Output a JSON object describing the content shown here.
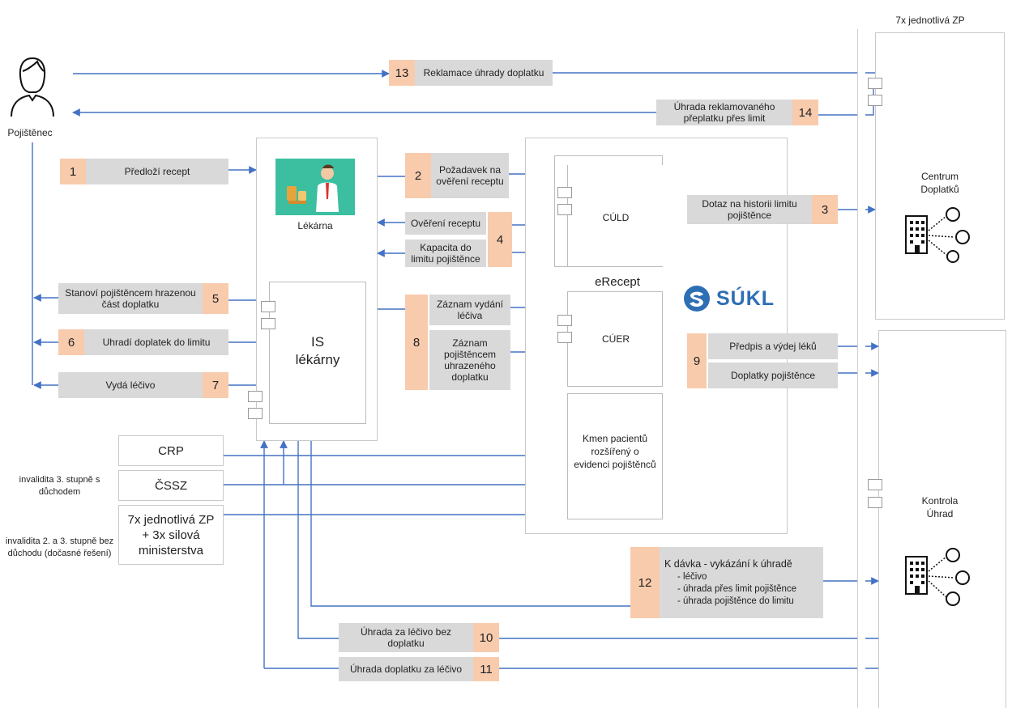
{
  "actors": {
    "pojistenec": "Pojištěnec",
    "zp_header": "7x jednotlivá ZP",
    "centrum": "Centrum\nDoplatků",
    "kontrola": "Kontrola\nÚhrad",
    "lekarna": "Lékárna",
    "is_lekarny": "IS\nlékárny",
    "erecept": "eRecept",
    "culd": "CÚLD",
    "cuer": "CÚER",
    "kmen": "Kmen pacientů rozšířený o evidenci pojištěnců",
    "sukl": "SÚKL"
  },
  "sources": {
    "crp": "CRP",
    "cssz": "ČSSZ",
    "zp_min": "7x jednotlivá ZP + 3x silová ministerstva",
    "note_cssz": "invalidita 3. stupně s důchodem",
    "note_zp": "invalidita 2. a 3. stupně bez důchodu (dočasné řešení)"
  },
  "steps": {
    "s1": {
      "num": "1",
      "label": "Předloží recept"
    },
    "s2": {
      "num": "2",
      "label": "Požadavek na ověření receptu"
    },
    "s3": {
      "num": "3",
      "label": "Dotaz na historii limitu pojištěnce"
    },
    "s4": {
      "num": "4",
      "label_a": "Ověření receptu",
      "label_b": "Kapacita do limitu pojištěnce"
    },
    "s5": {
      "num": "5",
      "label": "Stanoví pojištěncem hrazenou část doplatku"
    },
    "s6": {
      "num": "6",
      "label": "Uhradí doplatek do limitu"
    },
    "s7": {
      "num": "7",
      "label": "Vydá léčivo"
    },
    "s8": {
      "num": "8",
      "label_a": "Záznam vydání léčiva",
      "label_b": "Záznam pojištěncem uhrazeného doplatku"
    },
    "s9": {
      "num": "9",
      "label_a": "Předpis a výdej léků",
      "label_b": "Doplatky pojištěnce"
    },
    "s10": {
      "num": "10",
      "label": "Úhrada za léčivo bez doplatku"
    },
    "s11": {
      "num": "11",
      "label": "Úhrada doplatku za léčivo"
    },
    "s12": {
      "num": "12",
      "title": "K dávka - vykázání k úhradě",
      "items": [
        "- léčivo",
        "- úhrada přes limit pojištěnce",
        "- úhrada pojištěnce do limitu"
      ]
    },
    "s13": {
      "num": "13",
      "label": "Reklamace úhrady doplatku"
    },
    "s14": {
      "num": "14",
      "label": "Úhrada reklamovaného přeplatku přes limit"
    }
  },
  "colors": {
    "arrow": "#4472c4",
    "num_fill": "#f8cbad",
    "label_fill": "#d9d9d9",
    "sukl": "#2e6eb5"
  },
  "icons": [
    "person-icon",
    "pharmacist-icon",
    "building-icon",
    "user-circle-icon",
    "sukl-logo-icon"
  ]
}
